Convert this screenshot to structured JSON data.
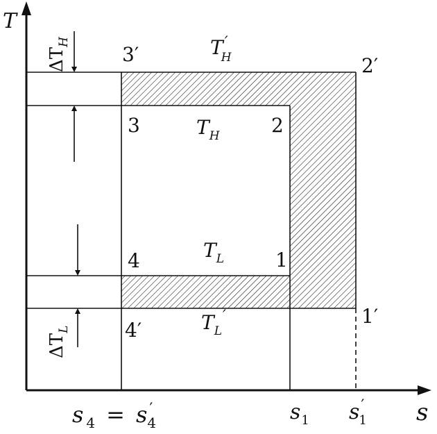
{
  "axes": {
    "y_label": "T",
    "x_label": "s"
  },
  "points": {
    "p1": "1",
    "p2": "2",
    "p3": "3",
    "p4": "4",
    "p1_prime": "1′",
    "p2_prime": "2′",
    "p3_prime": "3′",
    "p4_prime": "4′"
  },
  "temperatures": {
    "th": "T",
    "th_sub": "H",
    "th_prime": "T",
    "th_prime_sub": "H",
    "th_prime_mark": "′",
    "tl": "T",
    "tl_sub": "L",
    "tl_prime": "T",
    "tl_prime_sub": "L",
    "tl_prime_mark": "′"
  },
  "deltas": {
    "delta_th": "ΔT",
    "delta_th_sub": "H",
    "delta_tl": "ΔT",
    "delta_tl_sub": "L"
  },
  "entropy_ticks": {
    "s4": "s",
    "s4_sub": "4",
    "equals": "=",
    "s4_prime": "s",
    "s4_prime_mark": "′",
    "s4_prime_sub": "4",
    "s1": "s",
    "s1_sub": "1",
    "s1_prime": "s",
    "s1_prime_mark": "′",
    "s1_prime_sub": "1"
  },
  "colors": {
    "ink": "#111111",
    "background": "#ffffff"
  }
}
